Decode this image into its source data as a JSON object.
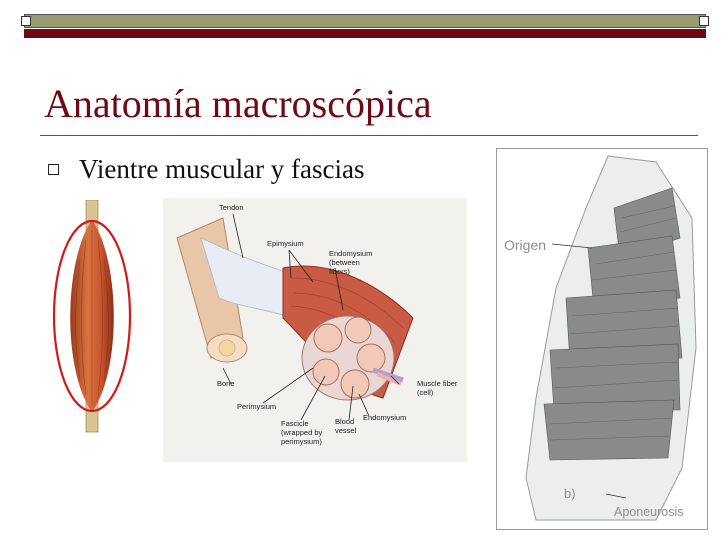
{
  "slide": {
    "title": "Anatomía macroscópica",
    "bullet": "Vientre muscular y fascias"
  },
  "diagram": {
    "labels": {
      "tendon": "Tendon",
      "epimysium": "Epimysium",
      "endomysium_between_1": "Endomysium",
      "endomysium_between_2": "(between",
      "endomysium_between_3": "fibers)",
      "bone": "Bone",
      "muscle_fiber_1": "Muscle fiber",
      "muscle_fiber_2": "(cell)",
      "perimysium": "Perimysium",
      "fascicle_1": "Fascicle",
      "fascicle_2": "(wrapped by",
      "fascicle_3": "perimysium)",
      "blood_1": "Blood",
      "blood_2": "vessel",
      "endomysium": "Endomysium"
    }
  },
  "pennate": {
    "origen": "Origen",
    "b": "b)",
    "aponeurosis": "Aponeurosis"
  },
  "colors": {
    "maroon": "#6e0a14",
    "olive": "#9a9a70",
    "muscle": "#c8562f",
    "outline": "#d11a1a"
  }
}
